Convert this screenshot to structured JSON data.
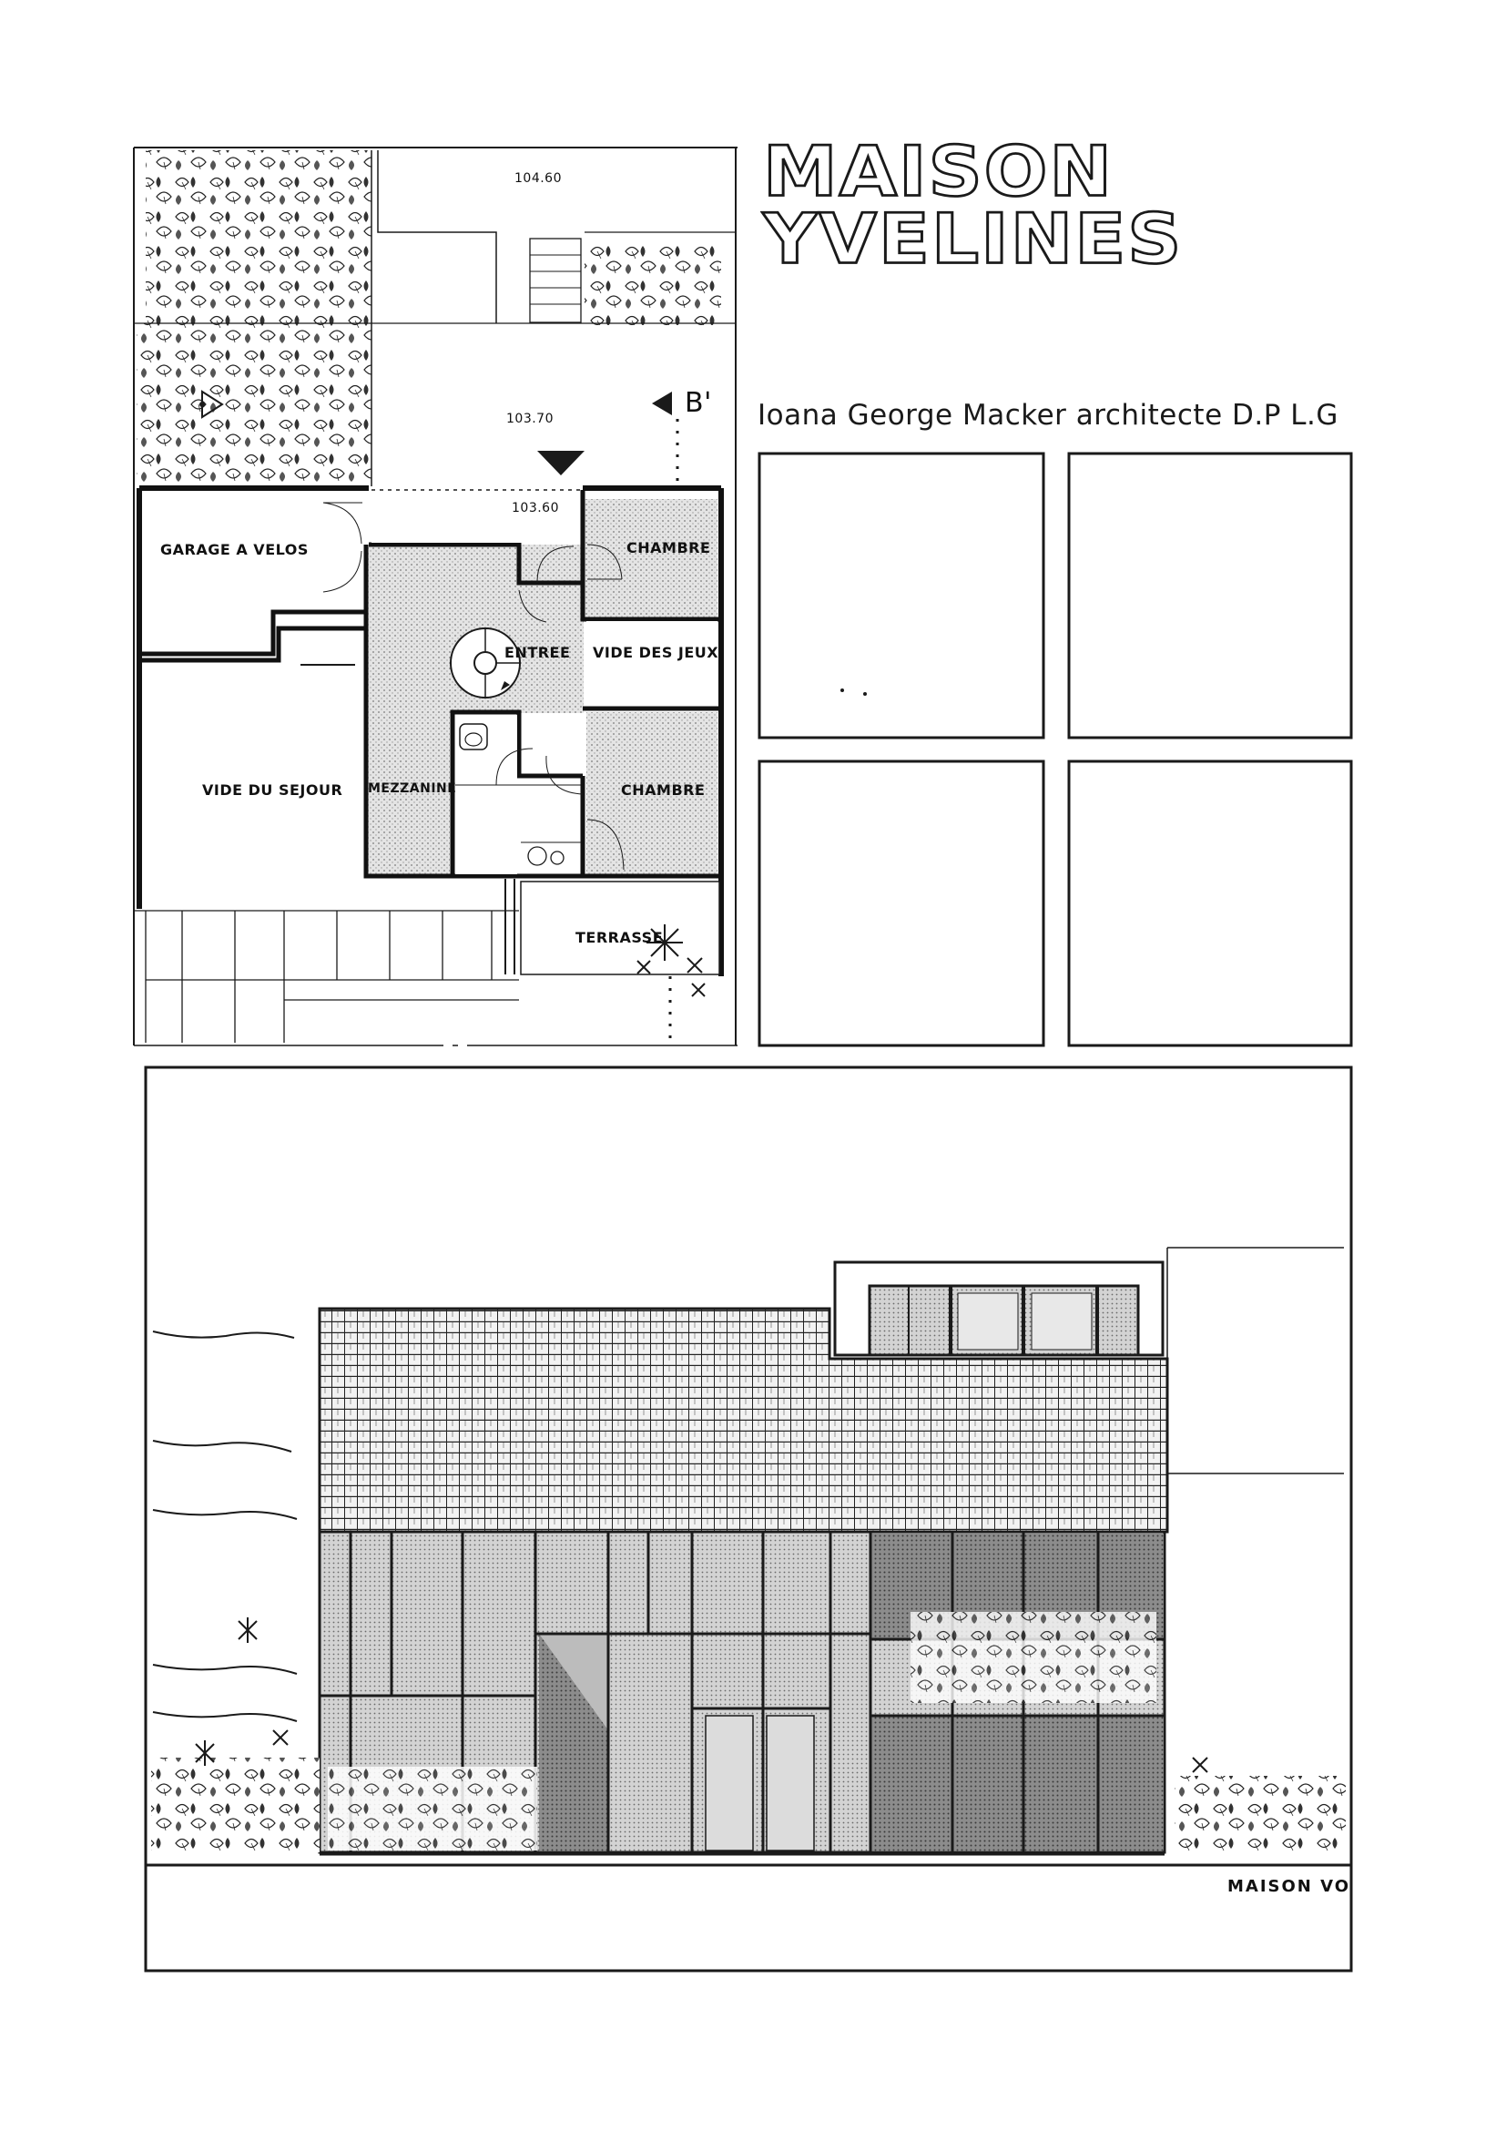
{
  "title": {
    "line1": "MAISON",
    "line2": "YVELINES"
  },
  "subtitle": "Ioana George Macker architecte D.P L.G",
  "plan": {
    "levels": {
      "top": "104.60",
      "middle": "103.70",
      "entry": "103.60"
    },
    "section_marker": "B'",
    "rooms": {
      "garage": "GARAGE A VELOS",
      "chambre_1": "CHAMBRE",
      "entree": "ENTREE",
      "vide_jeux": "VIDE DES JEUX",
      "vide_sejour": "VIDE DU SEJOUR",
      "mezzanine": "MEZZANINE",
      "chambre_2": "CHAMBRE",
      "terrasse": "TERRASSE"
    }
  },
  "elevation": {
    "caption": "MAISON VO"
  },
  "colors": {
    "ink": "#1a1a1a",
    "paper": "#ffffff",
    "hatch": "#bdbdbd",
    "glass": "#cfcfcf",
    "dark_glass": "#8a8a8a"
  }
}
